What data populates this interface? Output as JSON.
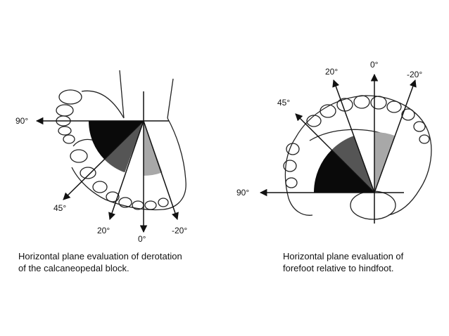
{
  "panels": {
    "left": {
      "labels": {
        "deg90": "90°",
        "deg45": "45°",
        "deg20": "20°",
        "deg0": "0°",
        "degm20": "-20°"
      },
      "caption_line1": "Horizontal plane evaluation of derotation",
      "caption_line2": "of the calcaneopedal block."
    },
    "right": {
      "labels": {
        "deg0": "0°",
        "deg20": "20°",
        "degm20": "-20°",
        "deg45": "45°",
        "deg90": "90°"
      },
      "caption_line1": "Horizontal plane evaluation of",
      "caption_line2": "forefoot relative to hindfoot."
    }
  },
  "colors": {
    "sector_black": "#0a0a0a",
    "sector_dark_gray": "#555555",
    "sector_light_gray": "#a8a8a8",
    "lines": "#111111"
  }
}
